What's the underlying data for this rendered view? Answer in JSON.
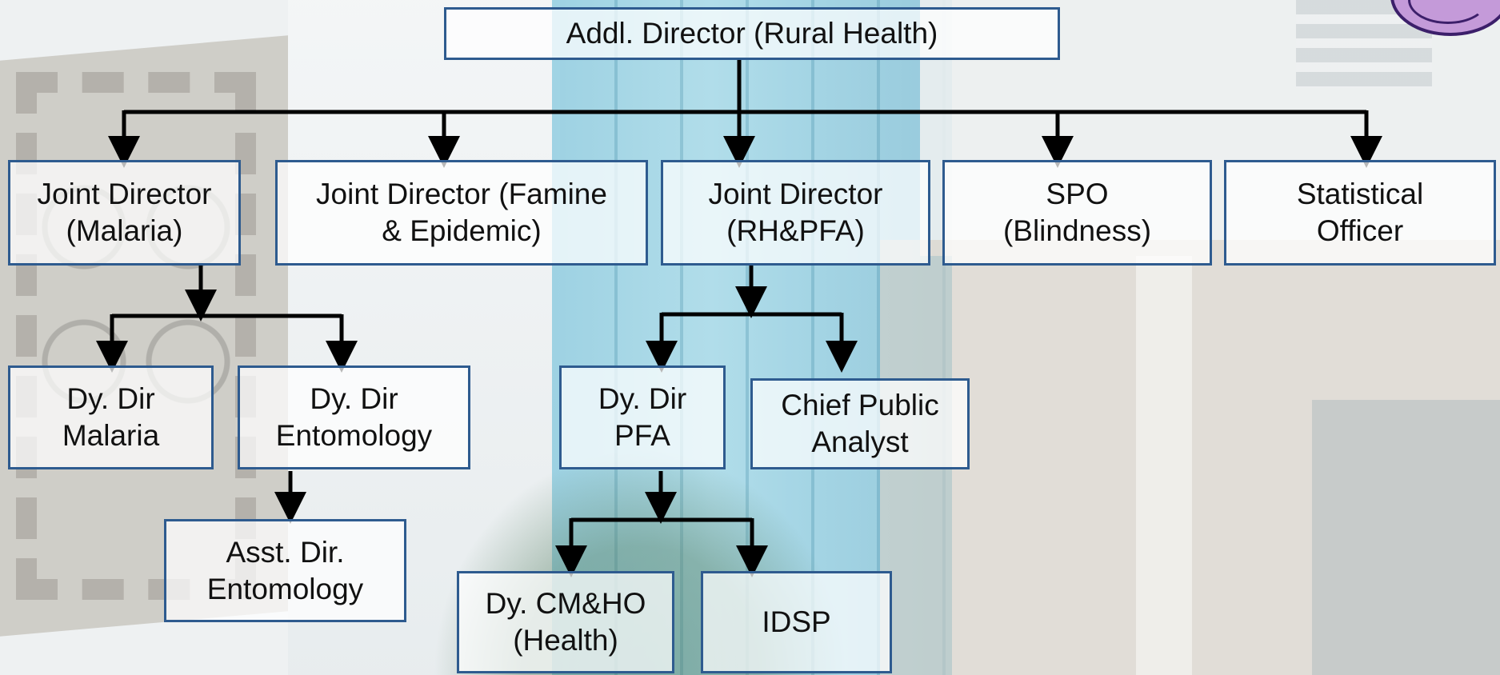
{
  "org_chart": {
    "root": {
      "label": "Addl. Director (Rural Health)"
    },
    "joint_directors": [
      {
        "line1": "Joint Director",
        "line2": "(Malaria)"
      },
      {
        "line1": "Joint Director (Famine",
        "line2": "& Epidemic)"
      },
      {
        "line1": "Joint Director",
        "line2": "(RH&PFA)"
      },
      {
        "line1": "SPO",
        "line2": "(Blindness)"
      },
      {
        "line1": "Statistical",
        "line2": "Officer"
      }
    ],
    "malaria_branch": {
      "dy_dir_malaria": {
        "line1": "Dy. Dir",
        "line2": "Malaria"
      },
      "dy_dir_entomology": {
        "line1": "Dy. Dir",
        "line2": "Entomology"
      },
      "asst_dir_entomology": {
        "line1": "Asst. Dir.",
        "line2": "Entomology"
      }
    },
    "rh_pfa_branch": {
      "dy_dir_pfa": {
        "line1": "Dy. Dir",
        "line2": "PFA"
      },
      "chief_public_analyst": {
        "line1": "Chief Public",
        "line2": "Analyst"
      },
      "dy_cmho": {
        "line1": "Dy. CM&HO",
        "line2": "(Health)"
      },
      "idsp": {
        "label": "IDSP"
      }
    },
    "style": {
      "box_border": "#2e5b8f",
      "connector": "#000000"
    }
  }
}
